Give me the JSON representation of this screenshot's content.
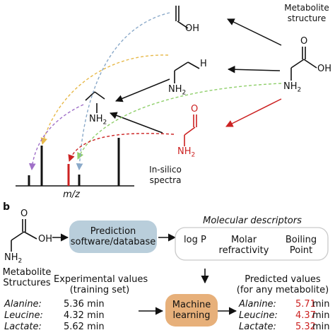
{
  "panel_a": {
    "structure_header_line1": "Metabolite",
    "structure_header_line2": "structure",
    "atom_oh_formaldehyde": "OH",
    "atom_h": "H",
    "atom_nh2_sub": "2",
    "atom_nh": "NH",
    "atom_o": "O",
    "atom_oh_glycine": "OH",
    "spectra_label_line1": "In-silico",
    "spectra_label_line2": "spectra",
    "x_axis_label": "m/z",
    "colors": {
      "yellow": "#e7b94a",
      "purple": "#a070c8",
      "green": "#8fcf6a",
      "blue": "#8aa9c9",
      "red": "#cc2222"
    }
  },
  "panel_b": {
    "panel_letter": "b",
    "structure_label_line1": "Metabolite",
    "structure_label_line2": "Structures",
    "atom_oh": "OH",
    "atom_o": "O",
    "atom_nh": "NH",
    "atom_nh2_sub": "2",
    "prediction_box_line1": "Prediction",
    "prediction_box_line2": "software/database",
    "descriptors_title": "Molecular descriptors",
    "descriptor_1": "log P",
    "descriptor_2_line1": "Molar",
    "descriptor_2_line2": "refractivity",
    "descriptor_3_line1": "Boiling",
    "descriptor_3_line2": "Point",
    "experimental_title_line1": "Experimental values",
    "experimental_title_line2": "(training set)",
    "ml_box_line1": "Machine",
    "ml_box_line2": "learning",
    "predicted_title_line1": "Predicted values",
    "predicted_title_line2": "(for any metabolite)",
    "experimental_rows": [
      {
        "name": "Alanine:",
        "value": "5.36 min"
      },
      {
        "name": "Leucine:",
        "value": "4.32 min"
      },
      {
        "name": "Lactate:",
        "value": "5.62 min"
      }
    ],
    "predicted_rows": [
      {
        "name": "Alanine:",
        "value": "5.71",
        "unit": " min"
      },
      {
        "name": "Leucine:",
        "value": "4.37",
        "unit": " min"
      },
      {
        "name": "Lactate:",
        "value": "5.32",
        "unit": " min"
      }
    ],
    "colors": {
      "prediction_box": "#b9cedb",
      "ml_box": "#e7b07a",
      "predicted_value": "#cc2222"
    }
  }
}
